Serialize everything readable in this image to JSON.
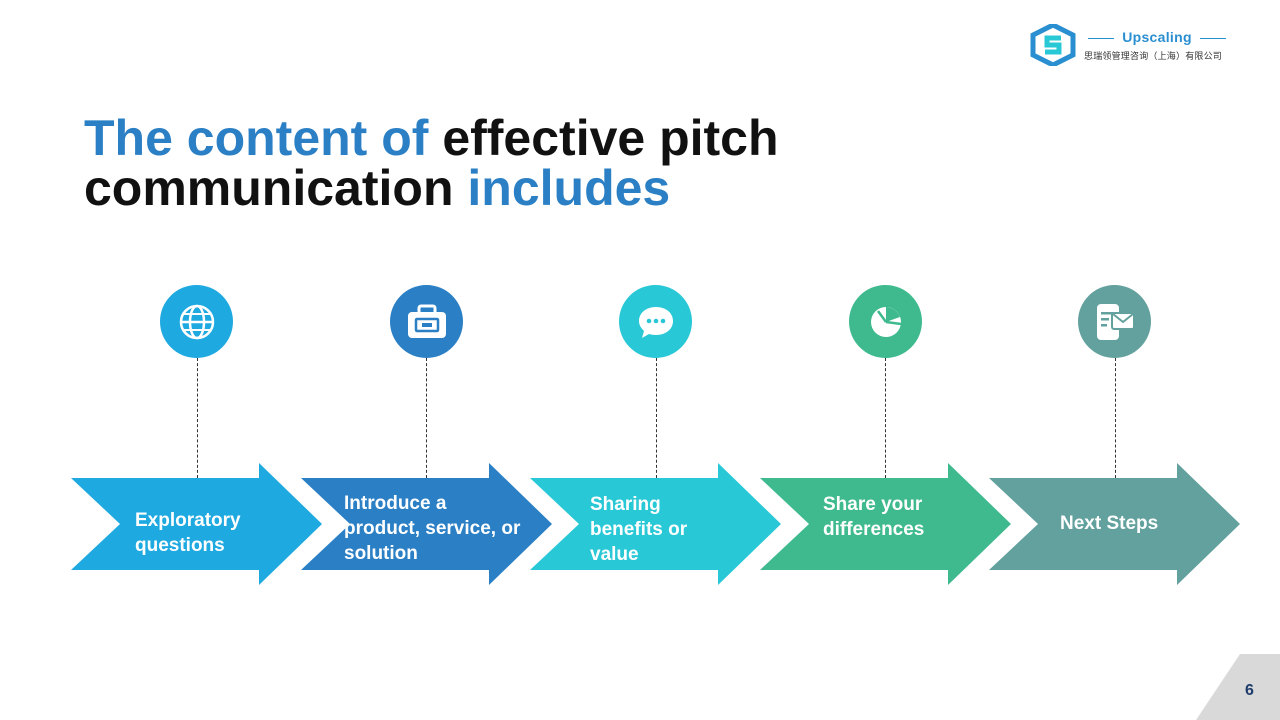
{
  "logo": {
    "brand": "Upscaling",
    "subtitle": "思瑞领管理咨询（上海）有限公司"
  },
  "title": {
    "part1": "The content of",
    "part2": "effective pitch",
    "part3": "communication",
    "part4": "includes"
  },
  "steps": [
    {
      "label": "Exploratory questions",
      "icon": "globe-icon",
      "color": "#1fa9e1"
    },
    {
      "label": "Introduce a product, service, or solution",
      "icon": "briefcase-icon",
      "color": "#2a7fc5"
    },
    {
      "label": "Sharing benefits or value",
      "icon": "chat-bubble-icon",
      "color": "#29c8d6"
    },
    {
      "label": "Share your differences",
      "icon": "pie-chart-icon",
      "color": "#3fba8f"
    },
    {
      "label": "Next Steps",
      "icon": "mobile-mail-icon",
      "color": "#62a19d"
    }
  ],
  "page_number": "6"
}
